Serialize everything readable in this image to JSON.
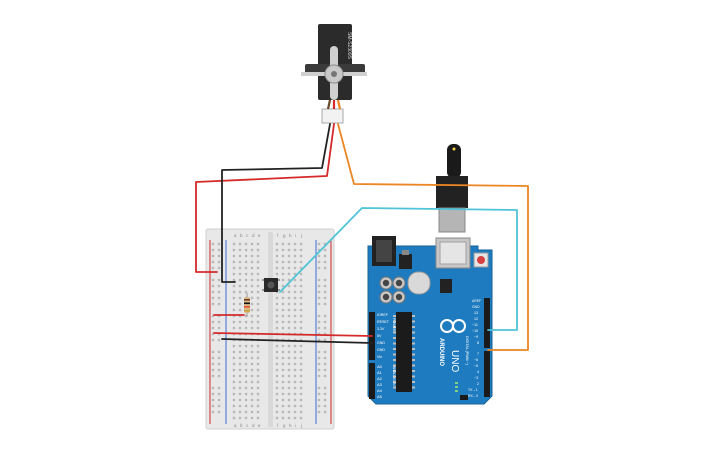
{
  "servo": {
    "model_label": "SM-S2309S"
  },
  "breadboard": {
    "column_letters": [
      "a",
      "b",
      "c",
      "d",
      "e",
      "f",
      "g",
      "h",
      "i",
      "j"
    ]
  },
  "arduino": {
    "brand_label": "ARDUINO",
    "model_label": "UNO",
    "digital_label": "DIGITAL (PWM ~)",
    "power_label": "POWER",
    "analog_label": "ANALOG IN",
    "digital_pins": [
      "AREF",
      "GND",
      "13",
      "12",
      "~11",
      "~10",
      "~9",
      "8",
      "7",
      "~6",
      "~5",
      "4",
      "~3",
      "2",
      "TX→1",
      "RX←0"
    ],
    "power_pins": [
      "IOREF",
      "RESET",
      "3.3V",
      "5V",
      "GND",
      "GND",
      "Vin"
    ],
    "analog_pins": [
      "A0",
      "A1",
      "A2",
      "A3",
      "A4",
      "A5"
    ]
  },
  "colors": {
    "wire_red": "#d42a2a",
    "wire_black": "#222222",
    "wire_orange": "#ec8523",
    "wire_cyan": "#4fc3d8",
    "board_blue": "#1f7bbf",
    "breadboard": "#e6e6e6"
  }
}
